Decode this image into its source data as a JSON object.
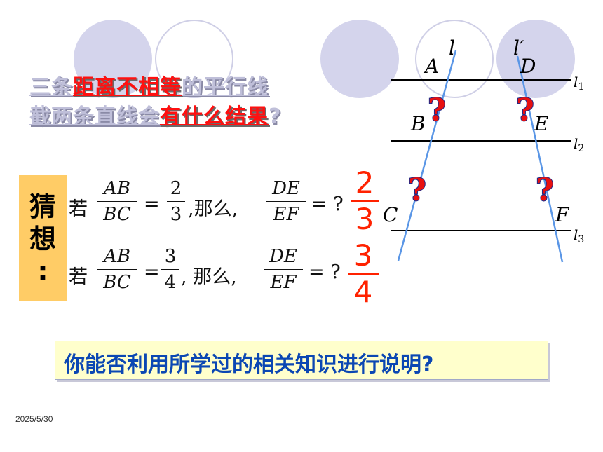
{
  "question": {
    "line1": [
      {
        "text": "三条",
        "style": "gray"
      },
      {
        "text": "距离不相等",
        "style": "red"
      },
      {
        "text": "的平行线",
        "style": "gray"
      }
    ],
    "line2": [
      {
        "text": "截两条直线会",
        "style": "gray"
      },
      {
        "text": "有什么结果",
        "style": "red"
      },
      {
        "text": "?",
        "style": "gray"
      }
    ]
  },
  "guess_label": "猜想:",
  "conjectures": [
    {
      "prefix": "若",
      "ratio_num": "AB",
      "ratio_den": "BC",
      "eq": "=",
      "val_num": "2",
      "val_den": "3",
      "sep": ",那么,",
      "target_num": "DE",
      "target_den": "EF",
      "q": "= ?",
      "ans_num": "2",
      "ans_den": "3"
    },
    {
      "prefix": "若",
      "ratio_num": "AB",
      "ratio_den": "BC",
      "eq": "=",
      "val_num": "3",
      "val_den": "4",
      "sep": ",  那么,",
      "target_num": "DE",
      "target_den": "EF",
      "q": "= ?",
      "ans_num": "3",
      "ans_den": "4"
    }
  ],
  "diagram": {
    "line_l": "l",
    "line_l_prime": "l′",
    "points": [
      "A",
      "B",
      "C",
      "D",
      "E",
      "F"
    ],
    "parallels": [
      "l",
      "l",
      "l"
    ],
    "parallel_subs": [
      "1",
      "2",
      "3"
    ],
    "question_mark": "?"
  },
  "prompt": "你能否利用所学过的相关知识进行说明?",
  "date": "2025/5/30",
  "colors": {
    "red": "#ff1010",
    "blue": "#0b47b3",
    "circle": "#d4d4ec",
    "guess_bg": "#ffcc66",
    "prompt_bg": "#ffffcc",
    "line_blue": "#5a96e6"
  }
}
